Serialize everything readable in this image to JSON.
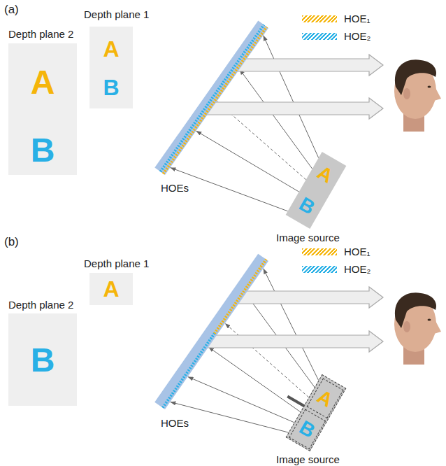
{
  "diagram": {
    "nodes": [
      {
        "text": [
          "Depth plane 2",
          "A",
          "B"
        ]
      },
      {
        "text": [
          "Depth plane 1",
          "A",
          "B"
        ]
      },
      {
        "text": [
          "HOEs"
        ]
      },
      {
        "text": [
          "A",
          "B",
          "Image source"
        ]
      },
      {
        "text": [
          "Depth plane 1",
          "A"
        ]
      },
      {
        "text": [
          "Depth plane 2",
          "B"
        ]
      },
      {
        "text": [
          "HOEs"
        ]
      },
      {
        "text": [
          "Image source"
        ]
      },
      {
        "text": [
          "A"
        ],
        "in": 7
      },
      {
        "text": [
          "B"
        ],
        "in": 7
      }
    ],
    "edges": [
      {
        "from": 3,
        "to": 2,
        "arrow": "to"
      },
      {
        "from": 8,
        "to": 6,
        "arrow": "to"
      },
      {
        "from": 9,
        "to": 6,
        "arrow": "to"
      }
    ],
    "labels": [
      "(a)",
      "(b)"
    ],
    "legend": [
      {
        "text": "HOE₁",
        "color": "#f5b50a"
      },
      {
        "text": "HOE₂",
        "color": "#29b0e6"
      },
      {
        "text": "HOE₁",
        "color": "#f5b50a"
      },
      {
        "text": "HOE₂",
        "color": "#29b0e6"
      }
    ]
  }
}
